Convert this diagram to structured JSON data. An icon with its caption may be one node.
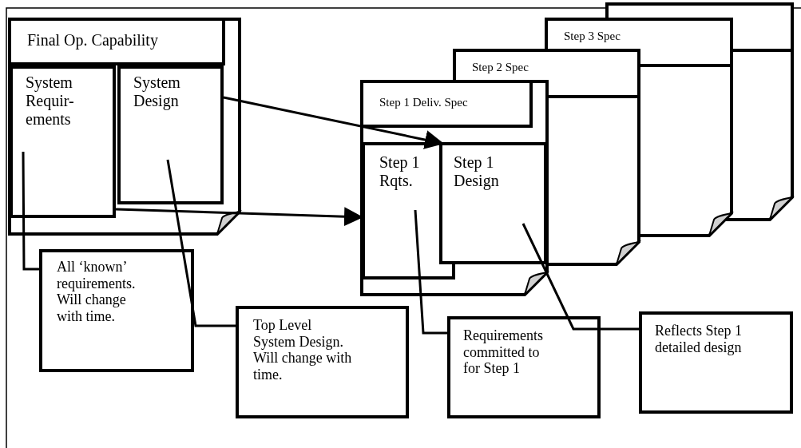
{
  "diagram": {
    "nodes": [
      {
        "text": [
          "Final Op. Capability"
        ]
      },
      {
        "text": [
          "System Requir- ements"
        ],
        "in": 0
      },
      {
        "text": [
          "System Design"
        ],
        "in": 0
      },
      {
        "text": [],
        "shape": "box"
      },
      {
        "text": [
          "Step 3 Spec"
        ]
      },
      {
        "text": [
          "Step 2 Spec"
        ]
      },
      {
        "text": [
          "Step 1 Deliv. Spec"
        ]
      },
      {
        "text": [
          "Step 1 Rqts."
        ],
        "in": 6
      },
      {
        "text": [
          "Step 1 Design"
        ],
        "in": 6
      },
      {
        "text": [
          "All ‘known’ requirements. Will change with time."
        ]
      },
      {
        "text": [
          "Top Level System Design. Will change with time."
        ]
      },
      {
        "text": [
          "Requirements committed to for Step 1"
        ]
      },
      {
        "text": [
          "Reflects Step 1 detailed design"
        ]
      }
    ],
    "edges": [
      {
        "from": 1,
        "to": 7,
        "arrow": "to"
      },
      {
        "from": 2,
        "to": 8,
        "arrow": "to"
      },
      {
        "from": 9,
        "to": 1,
        "arrow": "none"
      },
      {
        "from": 10,
        "to": 2,
        "arrow": "none"
      },
      {
        "from": 11,
        "to": 7,
        "arrow": "none"
      },
      {
        "from": 12,
        "to": 8,
        "arrow": "none"
      }
    ]
  }
}
